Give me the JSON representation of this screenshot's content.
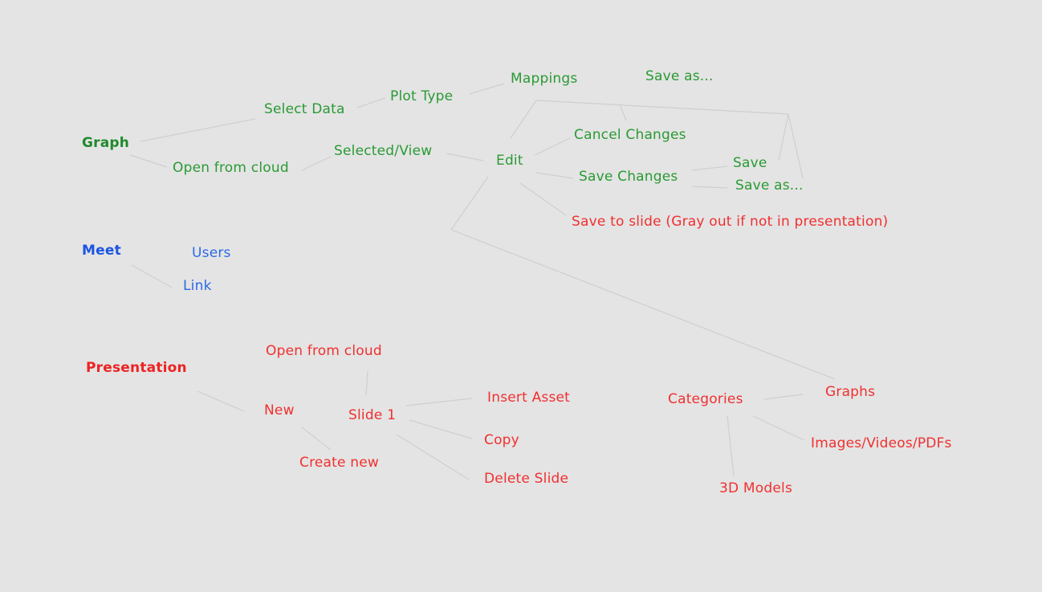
{
  "graph": {
    "root": "Graph",
    "select_data": "Select Data",
    "plot_type": "Plot Type",
    "mappings": "Mappings",
    "save_as_top": "Save as...",
    "open_from_cloud": "Open from cloud",
    "selected_view": "Selected/View",
    "edit": "Edit",
    "cancel_changes": "Cancel Changes",
    "save_changes": "Save Changes",
    "save": "Save",
    "save_as": "Save as...",
    "save_to_slide": "Save to slide (Gray out if not in presentation)"
  },
  "meet": {
    "root": "Meet",
    "users": "Users",
    "link": "Link"
  },
  "presentation": {
    "root": "Presentation",
    "open_from_cloud": "Open from cloud",
    "new": "New",
    "create_new": "Create new",
    "slide_1": "Slide 1",
    "insert_asset": "Insert Asset",
    "copy": "Copy",
    "delete_slide": "Delete Slide",
    "categories": "Categories",
    "graphs": "Graphs",
    "images_videos_pdfs": "Images/Videos/PDFs",
    "models_3d": "3D Models"
  }
}
